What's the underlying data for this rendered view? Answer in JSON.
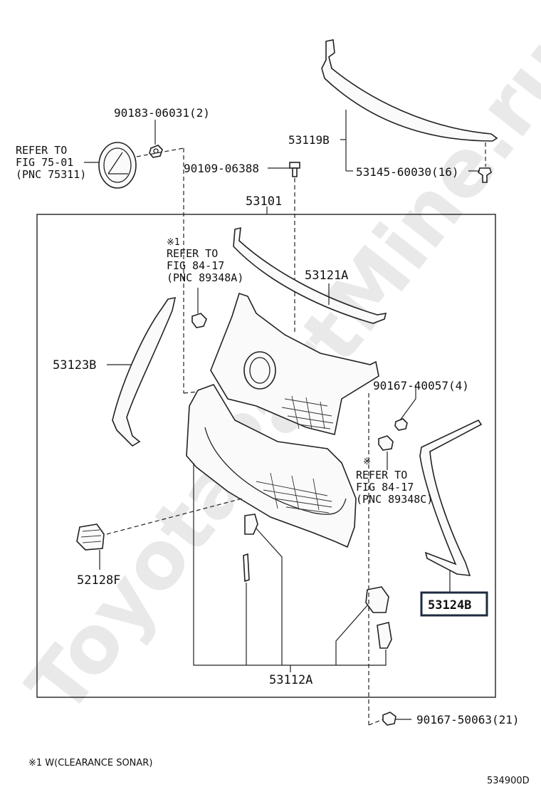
{
  "watermark": "ToyotaPartMine.ru",
  "refs": {
    "ref_75": [
      "REFER TO",
      "FIG 75-01",
      "(PNC 75311)"
    ],
    "ref_84a": [
      "※1",
      "REFER TO",
      "FIG 84-17",
      "(PNC 89348A)"
    ],
    "ref_84c": [
      "※",
      "REFER TO",
      "FIG 84-17",
      "(PNC 89348C)"
    ]
  },
  "parts": {
    "p90183": "90183-06031(2)",
    "p90109": "90109-06388",
    "p53119b": "53119B",
    "p53145": "53145-60030(16)",
    "p53101": "53101",
    "p53121a": "53121A",
    "p53123b": "53123B",
    "p90167_40057": "90167-40057(4)",
    "p52128f": "52128F",
    "p53124b": "53124B",
    "p53112a": "53112A",
    "p90167_50063": "90167-50063(21)"
  },
  "footnote": "※1 W(CLEARANCE SONAR)",
  "figure_code": "534900D"
}
